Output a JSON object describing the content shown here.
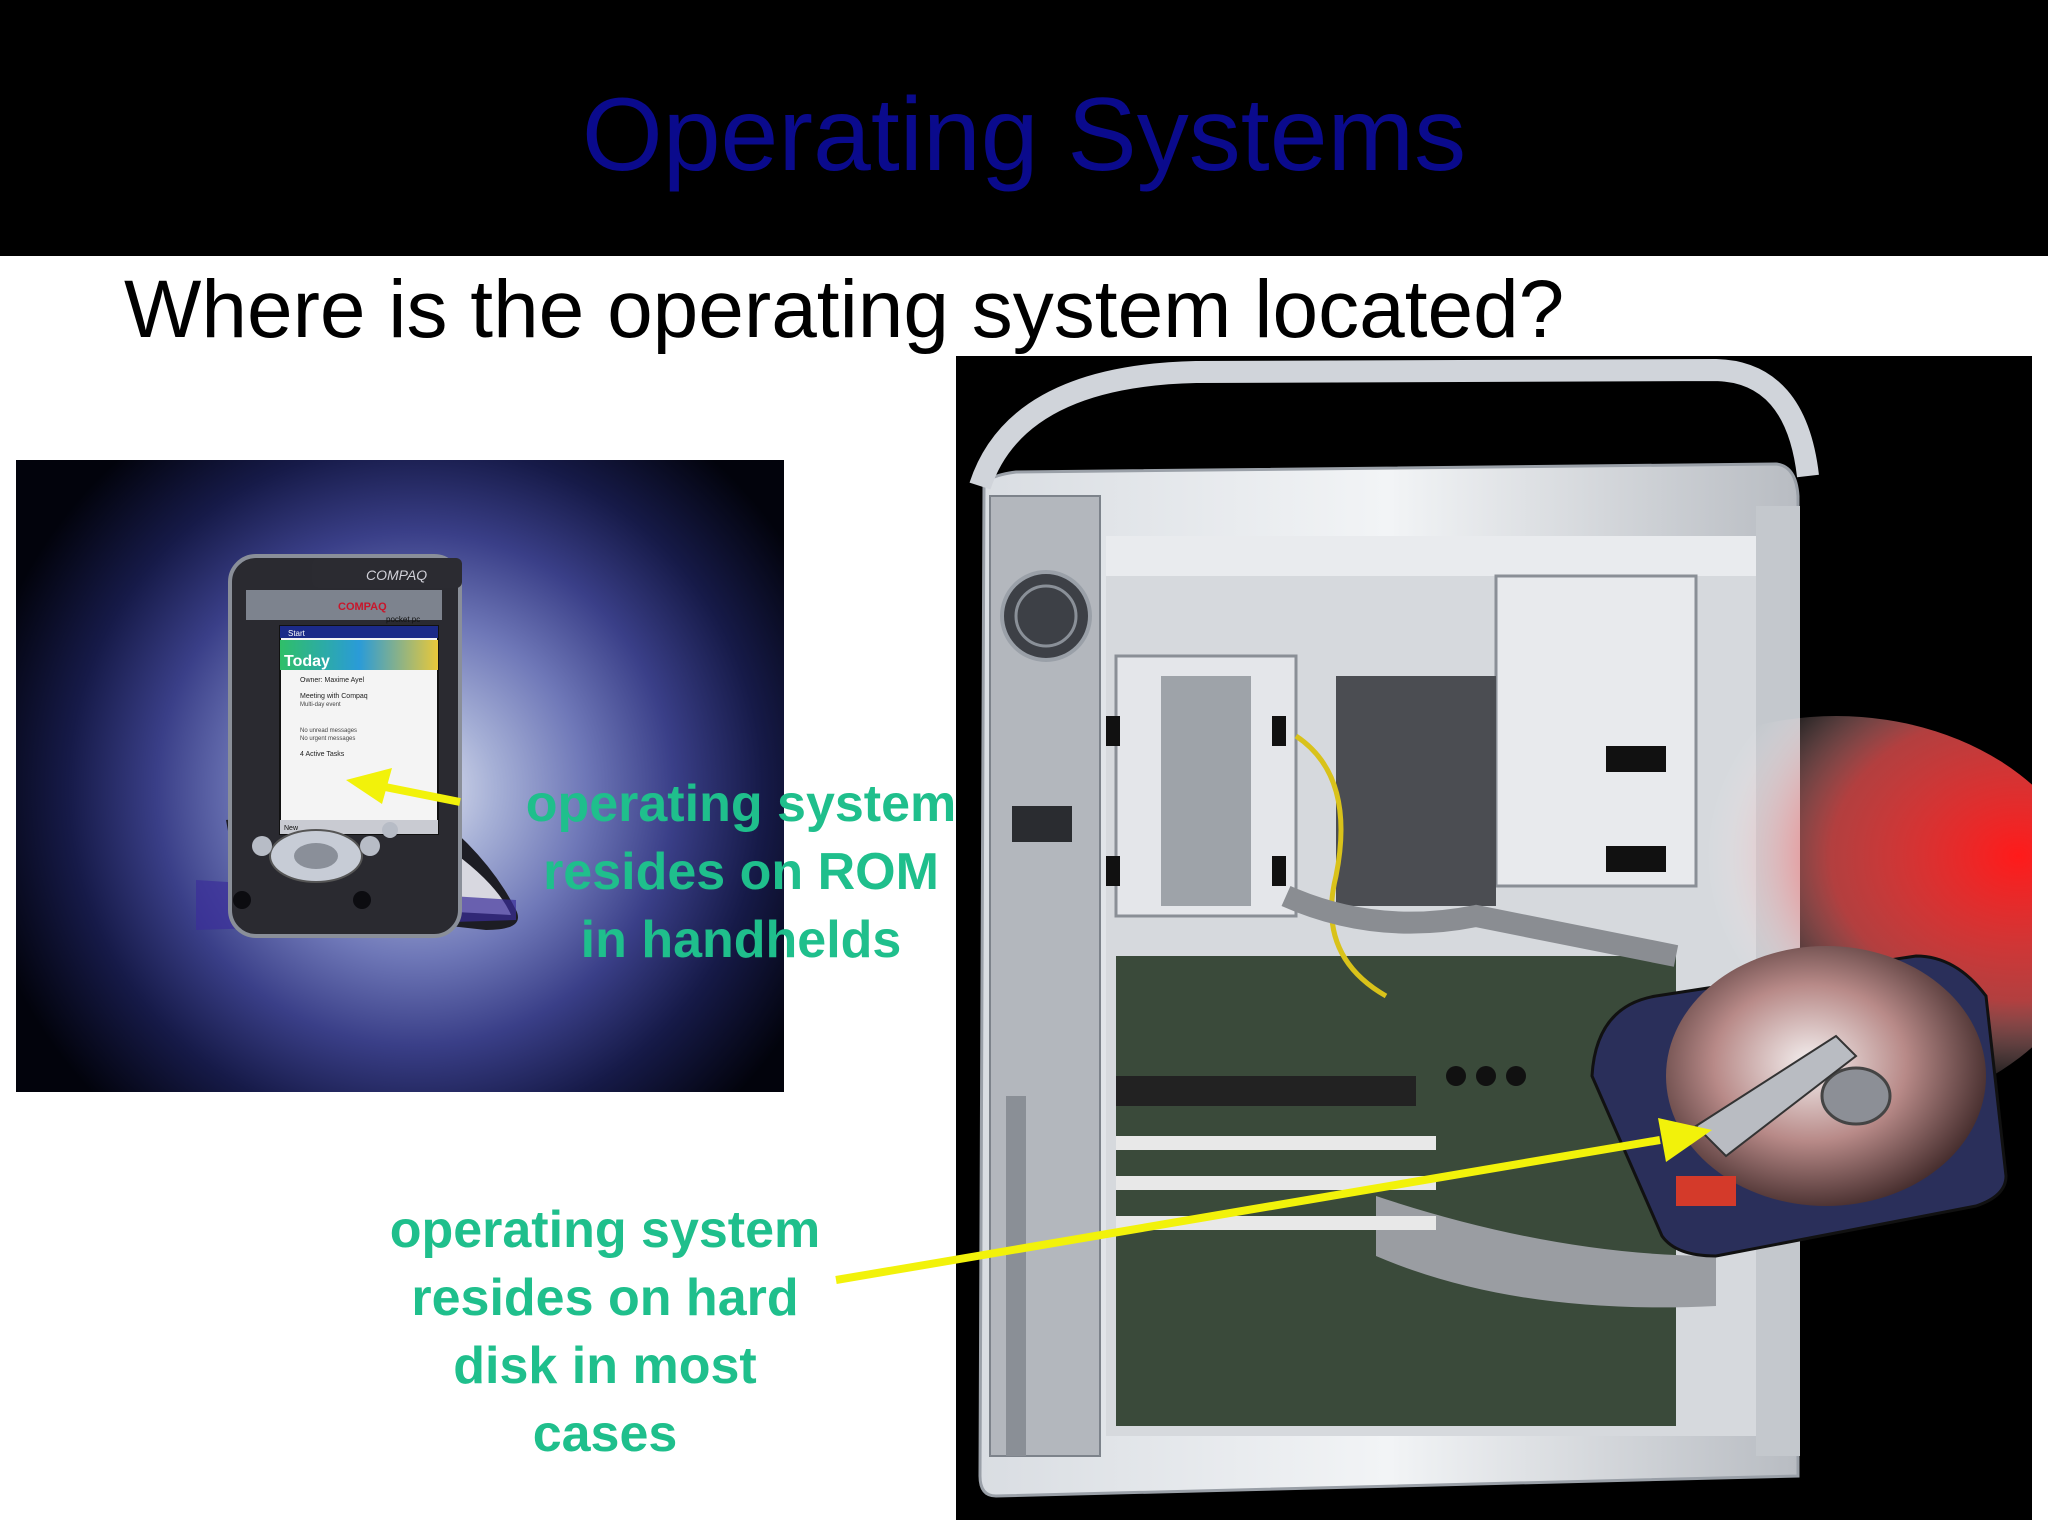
{
  "slide": {
    "title": "Operating Systems",
    "question": "Where is the operating system located?"
  },
  "pda_photo": {
    "brand_top": "COMPAQ",
    "brand_face": "COMPAQ",
    "model": "pocket pc",
    "screen": {
      "start": "Start",
      "today": "Today",
      "owner": "Owner: Maxime Ayel",
      "meeting": "Meeting with Compaq",
      "event": "Multi-day event",
      "messages_1": "No unread messages",
      "messages_2": "No urgent messages",
      "tasks": "4 Active Tasks",
      "new": "New"
    }
  },
  "callouts": {
    "rom": [
      "operating system",
      "resides on ROM",
      "in handhelds"
    ],
    "hard_disk": [
      "operating system",
      "resides on hard",
      "disk in most",
      "cases"
    ]
  },
  "colors": {
    "title": "#0a0a8c",
    "callout_text": "#1fbf8c",
    "arrow": "#f2f20a",
    "title_band": "#000000"
  }
}
